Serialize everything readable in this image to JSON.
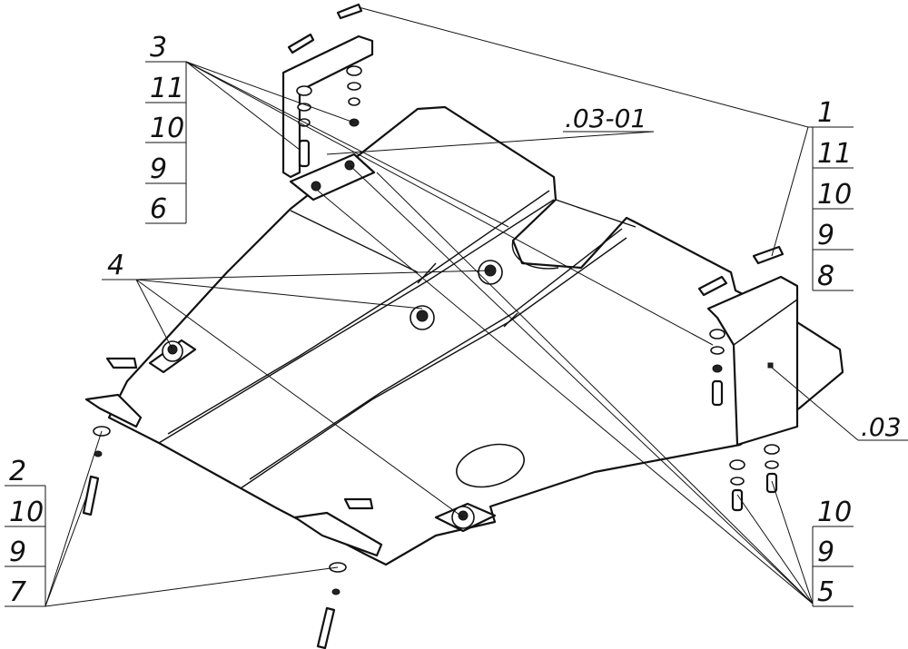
{
  "callouts": {
    "top_left": [
      "3",
      "11",
      "10",
      "9",
      "6"
    ],
    "top_right": [
      "1",
      "11",
      "10",
      "9",
      "8"
    ],
    "middle_left": "4",
    "center_mark": ".03-01",
    "right_mark": ".03",
    "bottom_left": [
      "2",
      "10",
      "9",
      "7"
    ],
    "bottom_right": [
      "10",
      "9",
      "5"
    ]
  }
}
